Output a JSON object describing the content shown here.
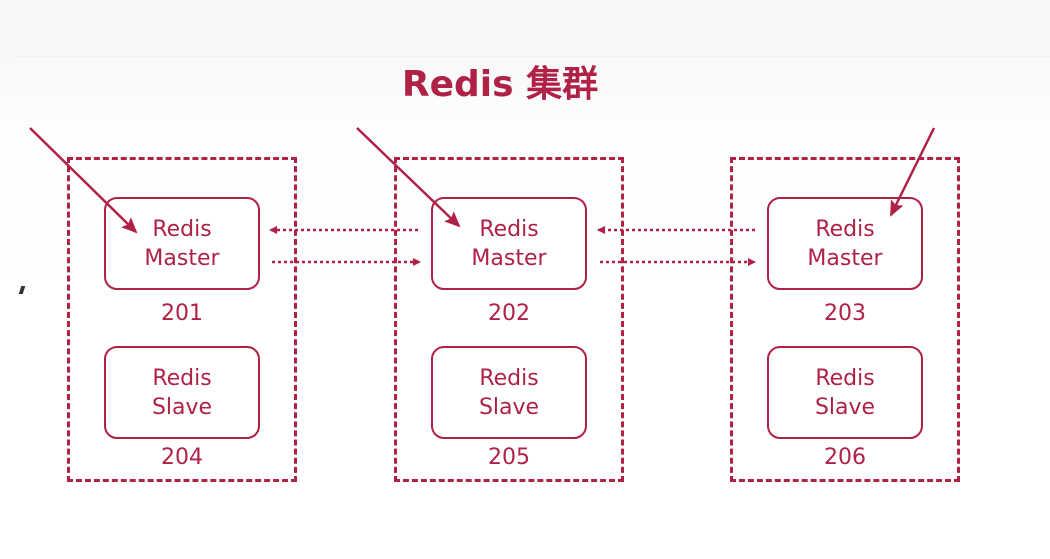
{
  "title": "Redis 集群",
  "groups": [
    {
      "master": {
        "line1": "Redis",
        "line2": "Master",
        "id": "201"
      },
      "slave": {
        "line1": "Redis",
        "line2": "Slave",
        "id": "204"
      }
    },
    {
      "master": {
        "line1": "Redis",
        "line2": "Master",
        "id": "202"
      },
      "slave": {
        "line1": "Redis",
        "line2": "Slave",
        "id": "205"
      }
    },
    {
      "master": {
        "line1": "Redis",
        "line2": "Master",
        "id": "203"
      },
      "slave": {
        "line1": "Redis",
        "line2": "Slave",
        "id": "206"
      }
    }
  ],
  "colors": {
    "accent": "#b02146",
    "background": "#ffffff"
  }
}
